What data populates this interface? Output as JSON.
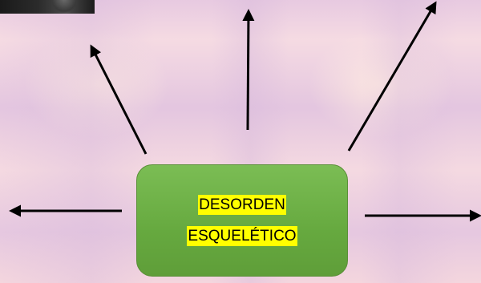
{
  "diagram": {
    "center_node": {
      "line1": "DESORDEN",
      "line2": "ESQUELÉTICO",
      "fill_color": "#6aad44",
      "highlight_color": "#ffff00"
    },
    "arrows": [
      {
        "direction": "up-left"
      },
      {
        "direction": "up"
      },
      {
        "direction": "up-right"
      },
      {
        "direction": "left"
      },
      {
        "direction": "right"
      }
    ],
    "background_color": "#f3d7de",
    "corner_image": "dark-photo"
  }
}
